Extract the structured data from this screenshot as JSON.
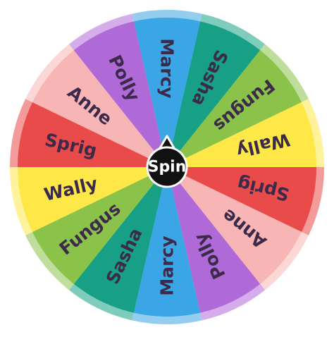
{
  "wheel": {
    "spin_label": "Spin",
    "colors": {
      "text": "#3b2a4a",
      "hub": "#111111",
      "hub_text": "#ffffff"
    },
    "segments": [
      {
        "label": "Marcy",
        "color": "#3aa6e6"
      },
      {
        "label": "Sasha",
        "color": "#17a085"
      },
      {
        "label": "Fungus",
        "color": "#8bc34a"
      },
      {
        "label": "Wally",
        "color": "#fde848"
      },
      {
        "label": "Sprig",
        "color": "#e94a4a"
      },
      {
        "label": "Anne",
        "color": "#f7b6b5"
      },
      {
        "label": "Polly",
        "color": "#b06ad8"
      },
      {
        "label": "Marcy",
        "color": "#3aa6e6"
      },
      {
        "label": "Sasha",
        "color": "#17a085"
      },
      {
        "label": "Fungus",
        "color": "#8bc34a"
      },
      {
        "label": "Wally",
        "color": "#fde848"
      },
      {
        "label": "Sprig",
        "color": "#e94a4a"
      },
      {
        "label": "Anne",
        "color": "#f7b6b5"
      },
      {
        "label": "Polly",
        "color": "#b06ad8"
      }
    ]
  }
}
